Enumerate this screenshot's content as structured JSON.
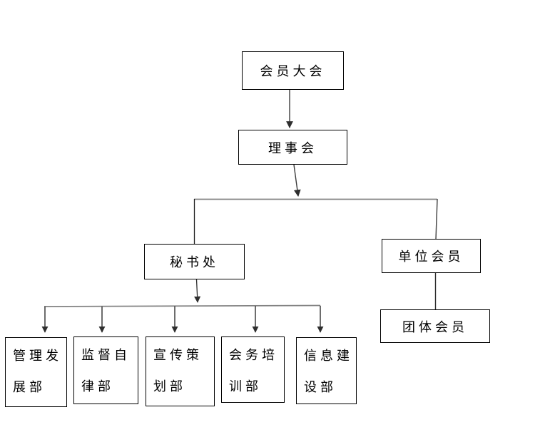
{
  "org_chart": {
    "type": "organization-chart",
    "levels": {
      "assembly": "会员大会",
      "council": "理事会",
      "secretariat": "秘书处",
      "unit_member": "单位会员",
      "group_member": "团体会员"
    },
    "departments": [
      "管理发展部",
      "监督自律部",
      "宣传策划部",
      "会务培训部",
      "信息建设部"
    ],
    "hierarchy": [
      "会员大会 → 理事会",
      "理事会 → 秘书处",
      "理事会 → 单位会员",
      "单位会员 → 团体会员",
      "秘书处 → 管理发展部",
      "秘书处 → 监督自律部",
      "秘书处 → 宣传策划部",
      "秘书处 → 会务培训部",
      "秘书处 → 信息建设部"
    ],
    "colors": {
      "background": "#ffffff",
      "box_border": "#000000",
      "text": "#000000",
      "connector_dark": "#2e2e2e",
      "connector_light": "#828282"
    }
  }
}
